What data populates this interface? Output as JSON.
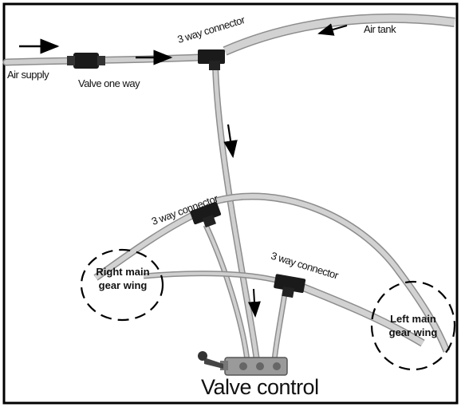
{
  "labels": {
    "air_supply": "Air supply",
    "valve_one_way": "Valve one way",
    "connector_top": "3 way connector",
    "air_tank": "Air tank",
    "connector_mid": "3 way connector",
    "connector_right": "3 way connector",
    "right_main_gear_line1": "Right main",
    "right_main_gear_line2": "gear wing",
    "left_main_gear_line1": "Left main",
    "left_main_gear_line2": "gear wing",
    "valve_control": "Valve control"
  },
  "colors": {
    "tube": "#c9c9c9",
    "tube_edge": "#8d8d8d",
    "frame": "#000000",
    "fitting": "#1a1a1a",
    "brass": "#9a9a9a"
  }
}
